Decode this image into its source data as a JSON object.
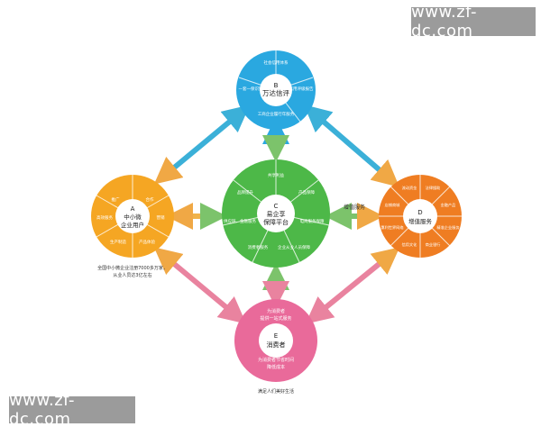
{
  "watermarks": {
    "top": "www.zf-dc.com",
    "bottom": "www.zf-dc.com"
  },
  "colors": {
    "blue": "#2aa8e0",
    "green": "#4db848",
    "orange_a": "#f5a623",
    "orange_d": "#ef7d22",
    "pink": "#e96a9a",
    "arrow_blue": "#3bb0d8",
    "arrow_green": "#7cc36b",
    "arrow_orange": "#f0b34a",
    "arrow_pink": "#e9839f"
  },
  "nodes": {
    "b": {
      "letter": "B",
      "title": "万达信评",
      "segments": [
        "社会信用体系",
        "信用评级报告",
        "工商企业履行年服务",
        "一套一保识别"
      ]
    },
    "c": {
      "letter": "C",
      "title_line1": "易企享",
      "title_line2": "保障平台",
      "segments": [
        "共享利益",
        "产品保障",
        "电商服务保障",
        "企业从业人员保障",
        "消费者服务",
        "供应链、金融服务",
        "品牌提升"
      ]
    },
    "a": {
      "letter": "A",
      "title_line1": "中小微",
      "title_line2": "企业用户",
      "segments": [
        "推广",
        "合作",
        "营销",
        "产品体验",
        "生产制造",
        "高效服务"
      ],
      "caption_line1": "全国中小微企业注册7000多万家，",
      "caption_line2": "从业人员达3亿左右"
    },
    "d": {
      "letter": "D",
      "title": "增值服务",
      "segments": [
        "流动资金",
        "法律援助",
        "金融产品",
        "精准企业服务",
        "信用文化",
        "商业银行",
        "惠利世界网络",
        "店铺商城"
      ]
    },
    "e": {
      "letter": "E",
      "title": "消费者",
      "line1": "为消费者",
      "line2": "提供一站式服务",
      "line3": "为消费者节省时间",
      "line4": "降低成本",
      "caption": "满足人们美好生活"
    }
  },
  "labels": {
    "cd_arrow": "增值服务"
  }
}
